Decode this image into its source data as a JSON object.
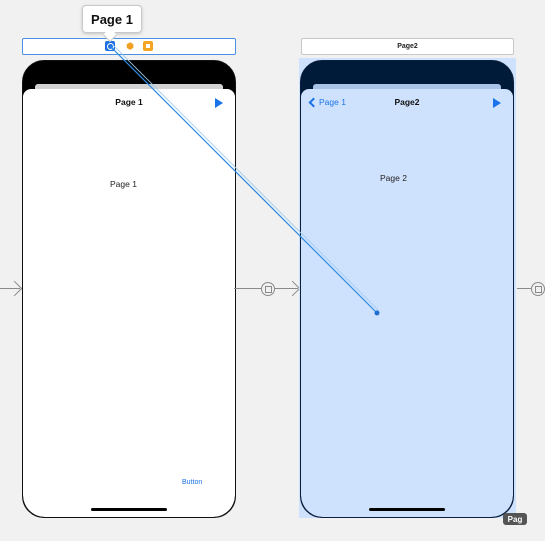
{
  "tooltip": {
    "text": "Page 1"
  },
  "scene1": {
    "dock_icons": [
      "view-controller-icon",
      "first-responder-icon",
      "exit-icon"
    ],
    "nav_title": "Page 1",
    "content_label": "Page 1",
    "button_label": "Button"
  },
  "scene2": {
    "dock_title": "Page2",
    "back_label": "Page 1",
    "nav_title": "Page2",
    "content_label": "Page 2"
  },
  "corner_label": "Pag",
  "colors": {
    "accent": "#1a73e8",
    "selection": "#cfe2fd",
    "drag_line": "#2b8be0"
  }
}
